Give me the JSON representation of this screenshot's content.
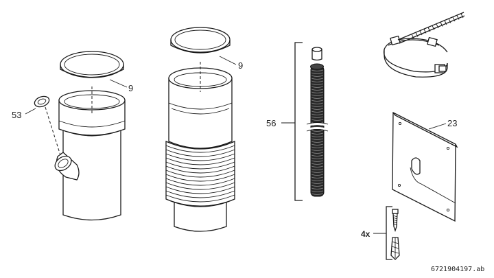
{
  "labels": {
    "seal_small": "53",
    "gasket_left": "9",
    "gasket_right": "9",
    "hose": "56",
    "plate": "23",
    "quantity": "4x"
  },
  "document_code": "6721904197.ab"
}
